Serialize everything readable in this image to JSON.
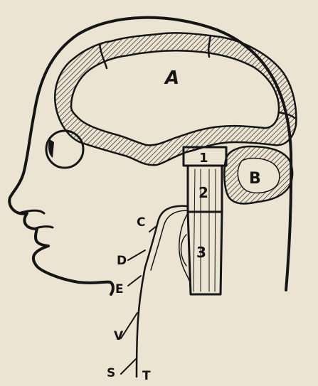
{
  "labels": {
    "brain": "A",
    "cerebellum": "B",
    "brainstem_part_1": "1",
    "brainstem_part_2": "2",
    "spinal_part_3": "3",
    "nerve_c": "C",
    "nerve_d": "D",
    "nerve_e": "E",
    "nerve_v": "V",
    "nerve_s": "S",
    "nerve_t": "T"
  },
  "colors": {
    "paper": "#ebe4d2",
    "ink": "#151515"
  }
}
